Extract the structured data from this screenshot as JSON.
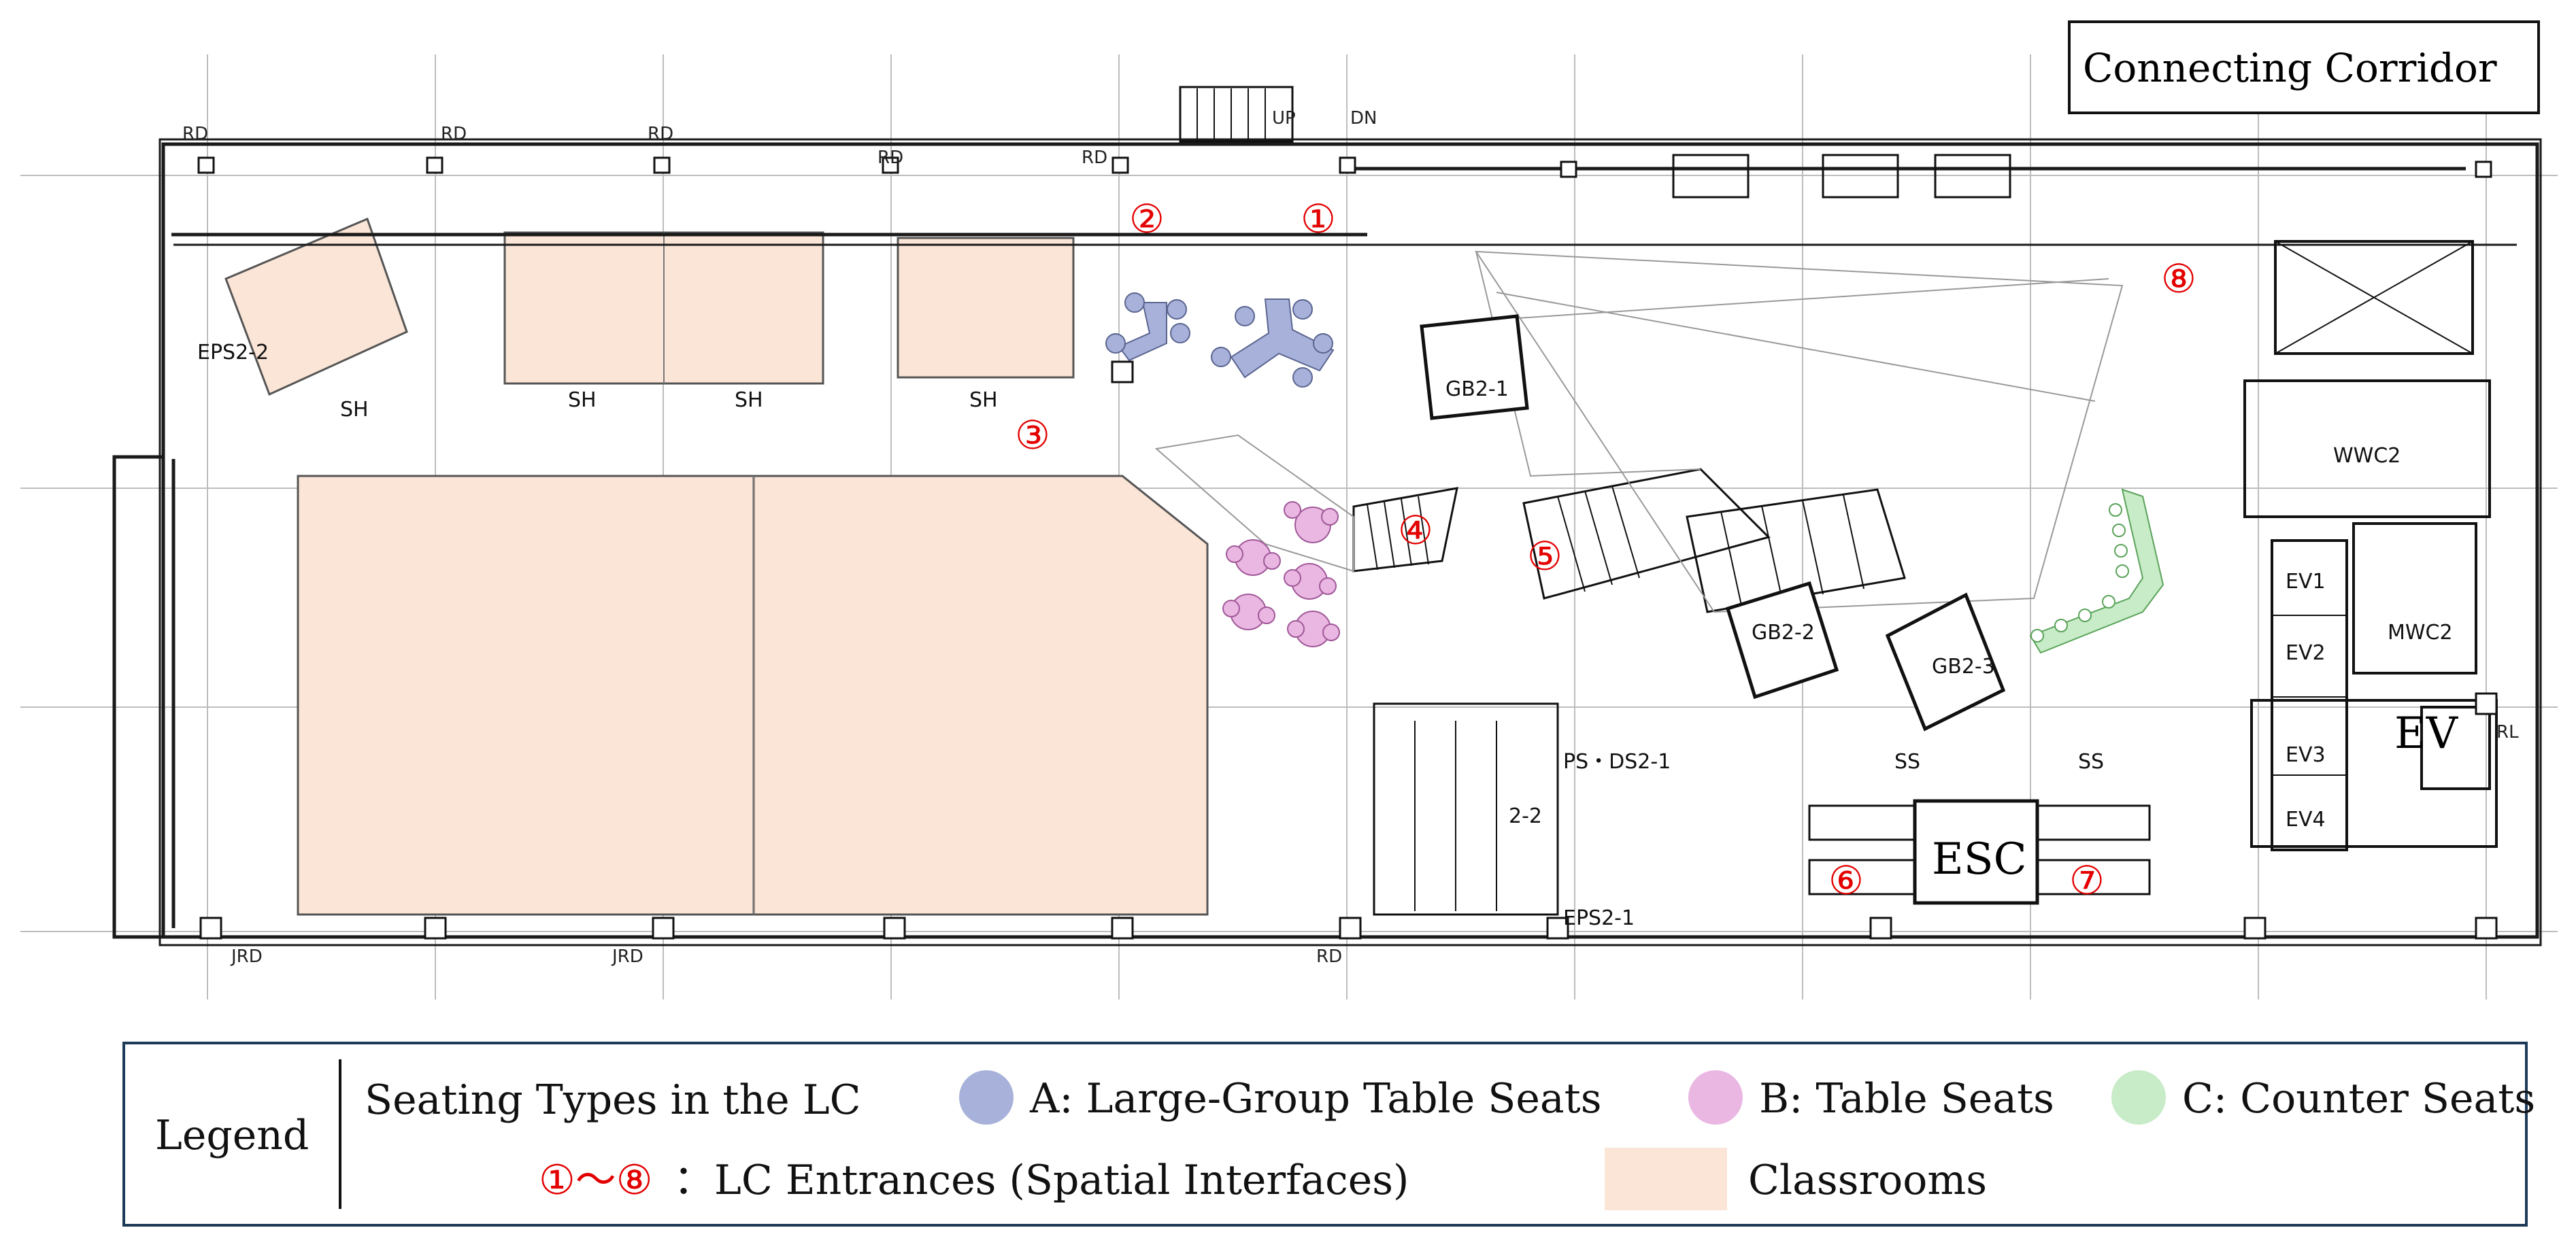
{
  "title_box": "Connecting Corridor",
  "rooms": {
    "eps2_2": "EPS2-2",
    "sh": "SH",
    "gb2_1": "GB2-1",
    "gb2_2": "GB2-2",
    "gb2_3": "GB2-3",
    "wwc2": "WWC2",
    "mwc2": "MWC2",
    "ev1": "EV1",
    "ev2": "EV2",
    "ev3": "EV3",
    "ev4": "EV4",
    "ev": "EV",
    "esc": "ESC",
    "ss": "SS",
    "ps_ds2_1": "PS・DS2-1",
    "stair_2_2": "2-2",
    "eps2_1": "EPS2-1",
    "rd": "RD",
    "jrd": "JRD",
    "up": "UP",
    "dn": "DN",
    "rl": "RL"
  },
  "entrances": [
    "①",
    "②",
    "③",
    "④",
    "⑤",
    "⑥",
    "⑦",
    "⑧"
  ],
  "legend": {
    "heading": "Legend",
    "seating_title": "Seating Types in the LC",
    "type_a": "A: Large-Group Table Seats",
    "type_b": "B: Table Seats",
    "type_c": "C: Counter Seats",
    "entrances_label": "①～⑧",
    "entrances_text": "：LC Entrances (Spatial Interfaces)",
    "classrooms": "Classrooms"
  },
  "colors": {
    "classroom": "#fbe5d6",
    "seat_a": "#a7b1d9",
    "seat_b": "#e9b7e2",
    "seat_c": "#c8ebc8",
    "entrance": "#e30000",
    "legend_border": "#1d3a58"
  }
}
